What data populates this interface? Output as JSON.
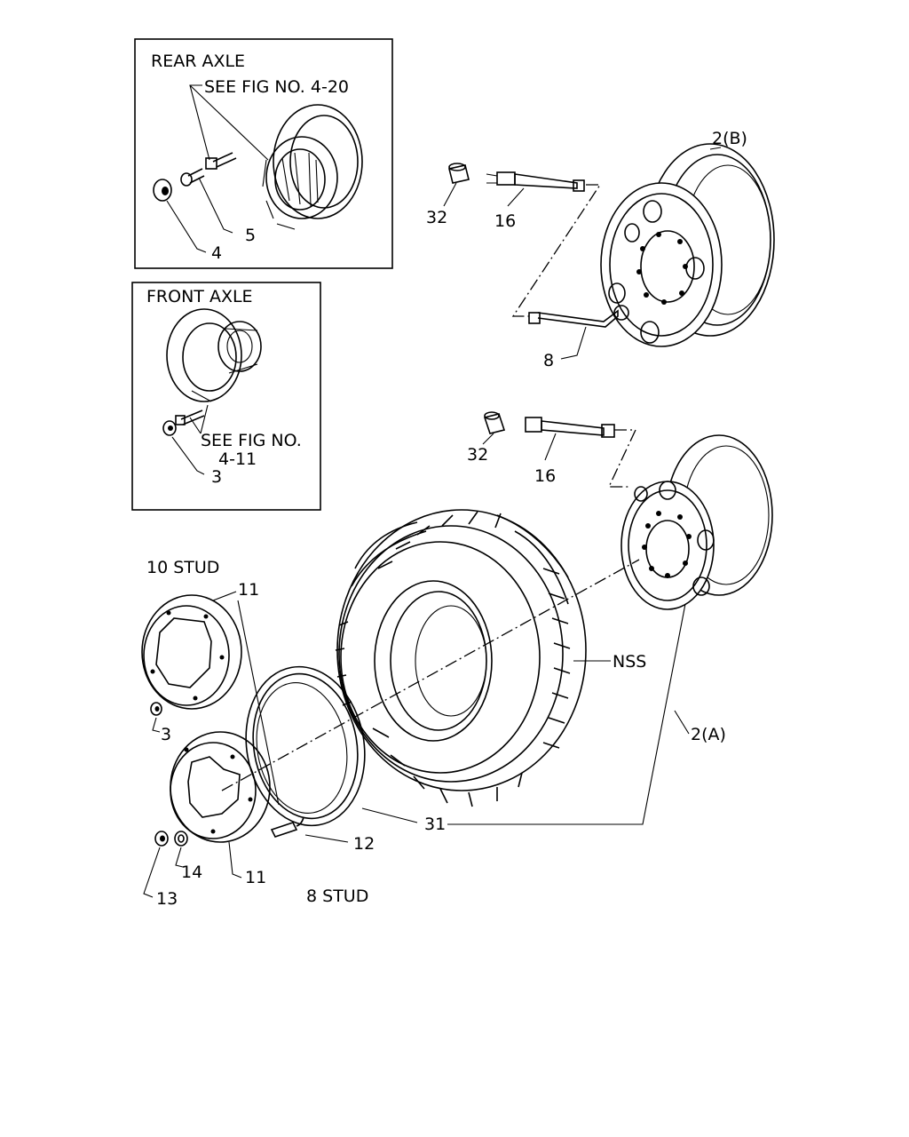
{
  "insets": {
    "rear_axle": {
      "title": "REAR  AXLE",
      "ref": "SEE FIG NO. 4-20",
      "labels": {
        "p4": "4",
        "p5": "5"
      }
    },
    "front_axle": {
      "title": "FRONT  AXLE",
      "ref_line1": "SEE FIG NO.",
      "ref_line2": "4-11",
      "labels": {
        "p3": "3"
      }
    }
  },
  "wheel_b": {
    "label": "2(B)",
    "cap": "32",
    "valve_ext": "16",
    "valve_stem": "8"
  },
  "wheel_a": {
    "label": "2(A)",
    "cap": "32",
    "valve_ext": "16"
  },
  "tire": {
    "label": "NSS"
  },
  "flap": {
    "label": "31"
  },
  "discs": {
    "ten_stud": "10 STUD",
    "eight_stud": "8 STUD",
    "disc_top": "11",
    "disc_bottom": "11",
    "nut_top": "3",
    "valve": "12",
    "nut": "13",
    "washer": "14"
  }
}
